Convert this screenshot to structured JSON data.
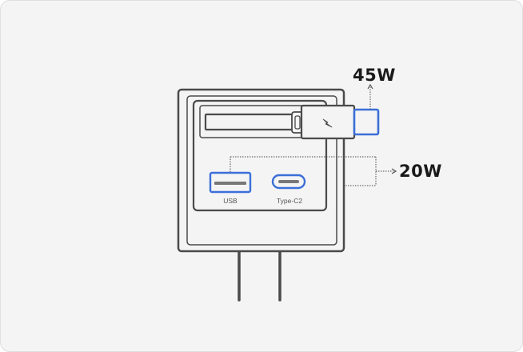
{
  "labels": {
    "watt_top": "45W",
    "watt_side": "20W",
    "port_usb": "USB",
    "port_typec2": "Type-C2"
  },
  "colors": {
    "background": "#f4f4f4",
    "outline": "#4a4a4a",
    "highlight": "#3b6fd8"
  },
  "icons": {
    "plug_end": "bolt-icon"
  }
}
